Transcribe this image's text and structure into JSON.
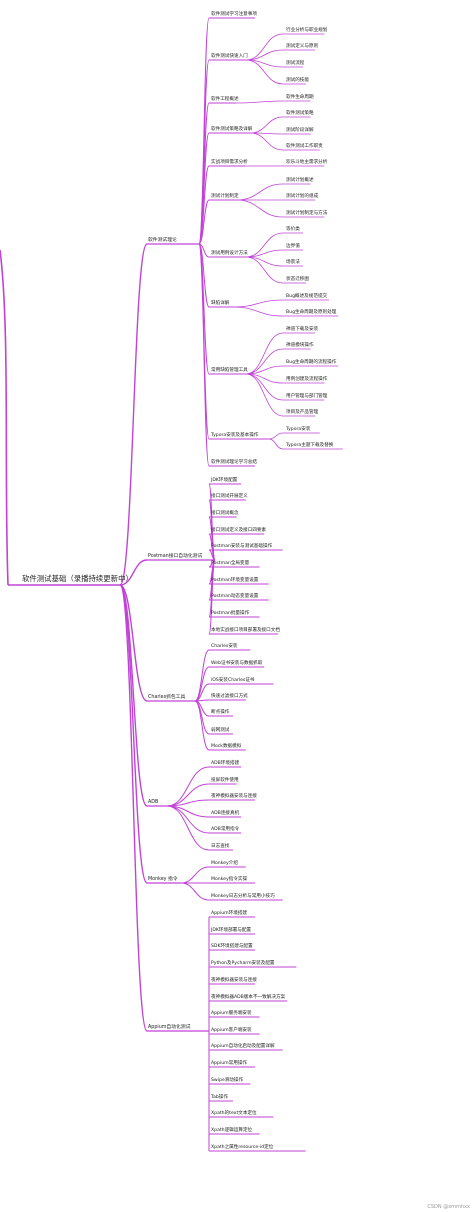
{
  "colors": {
    "branch": "#c043d6"
  },
  "root": "软件测试基础（录播持续更新中）",
  "branches": [
    {
      "label": "软件测试理论",
      "children": [
        {
          "label": "软件测试学习注意事项",
          "children": []
        },
        {
          "label": "软件测试快速入门",
          "children": [
            {
              "label": "行业分析与职业规划"
            },
            {
              "label": "测试定义与原则"
            },
            {
              "label": "测试流程"
            },
            {
              "label": "测试的技能"
            }
          ]
        },
        {
          "label": "软件工程概述",
          "children": [
            {
              "label": "软件生命周期"
            }
          ]
        },
        {
          "label": "软件测试策略及详解",
          "children": [
            {
              "label": "软件测试策略"
            },
            {
              "label": "测试阶段详解"
            },
            {
              "label": "软件测试工作职责"
            }
          ]
        },
        {
          "label": "实战项目需求分析",
          "children": [
            {
              "label": "欢乐斗地主需求分析"
            }
          ]
        },
        {
          "label": "测试计划制定",
          "children": [
            {
              "label": "测试计划概述"
            },
            {
              "label": "测试计划的组成"
            },
            {
              "label": "测试计划制定与方法"
            }
          ]
        },
        {
          "label": "测试用例设计方法",
          "children": [
            {
              "label": "等价类"
            },
            {
              "label": "边界值"
            },
            {
              "label": "场景法"
            },
            {
              "label": "状态迁移图"
            }
          ]
        },
        {
          "label": "缺陷详解",
          "children": [
            {
              "label": "Bug概述及规范提交"
            },
            {
              "label": "Bug生命周期及原则处理"
            }
          ]
        },
        {
          "label": "常用缺陷管理工具",
          "children": [
            {
              "label": "禅道下载及安装"
            },
            {
              "label": "禅道模块操作"
            },
            {
              "label": "Bug生命周期的流程操作"
            },
            {
              "label": "用例创建及流程操作"
            },
            {
              "label": "用户管理与部门管理"
            },
            {
              "label": "项目及产品管理"
            }
          ]
        },
        {
          "label": "Typora安装及基本操作",
          "children": [
            {
              "label": "Typora安装"
            },
            {
              "label": "Typora主题下载及替换"
            }
          ]
        },
        {
          "label": "软件测试理论学习总结",
          "children": []
        }
      ]
    },
    {
      "label": "Postman接口自动化测试",
      "children": [
        {
          "label": "JDK环境配置"
        },
        {
          "label": "接口测试开展定义"
        },
        {
          "label": "接口测试概念"
        },
        {
          "label": "接口测试定义及接口四要素"
        },
        {
          "label": "Postman安装与测试基础操作"
        },
        {
          "label": "Postman全局变量"
        },
        {
          "label": "Postman环境变量设置"
        },
        {
          "label": "Postman动态变量设置"
        },
        {
          "label": "Postman批量操作"
        },
        {
          "label": "本地实战接口项目部署及接口文档"
        }
      ]
    },
    {
      "label": "Charles抓包工具",
      "children": [
        {
          "label": "Charles安装"
        },
        {
          "label": "Web证书安装与数据抓取"
        },
        {
          "label": "iOS安装Charles证书"
        },
        {
          "label": "快速过滤接口方式"
        },
        {
          "label": "断点操作"
        },
        {
          "label": "弱网测试"
        },
        {
          "label": "Mock数据模拟"
        }
      ]
    },
    {
      "label": "ADB",
      "children": [
        {
          "label": "ADB环境搭建"
        },
        {
          "label": "投屏软件使用"
        },
        {
          "label": "夜神模拟器安装与连接"
        },
        {
          "label": "ADB连接真机"
        },
        {
          "label": "ADB常用指令"
        },
        {
          "label": "日志查找"
        }
      ]
    },
    {
      "label": "Monkey 指令",
      "children": [
        {
          "label": "Monkey介绍"
        },
        {
          "label": "Monkey指令实操"
        },
        {
          "label": "Monkey日志分析与常用小技巧"
        }
      ]
    },
    {
      "label": "Appium自动化测试",
      "children": [
        {
          "label": "Appium环境搭建"
        },
        {
          "label": "JDK环境部署与配置"
        },
        {
          "label": "SDK环境搭建与配置"
        },
        {
          "label": "Python及Pycharm安装及配置"
        },
        {
          "label": "夜神模拟器安装与连接"
        },
        {
          "label": "夜神模拟器ADB版本不一致解决方案"
        },
        {
          "label": "Appium服务端安装"
        },
        {
          "label": "Appium客户端安装"
        },
        {
          "label": "Appium自动化启动及配置详解"
        },
        {
          "label": "Appium常用操作"
        },
        {
          "label": "Swipe滑动操作"
        },
        {
          "label": "Tab操作"
        },
        {
          "label": "Xpath的text文本定位"
        },
        {
          "label": "Xpath逻辑运算定位"
        },
        {
          "label": "Xpath之属性resource-id定位"
        }
      ]
    }
  ],
  "watermark": "CSDN @xmmhxx"
}
